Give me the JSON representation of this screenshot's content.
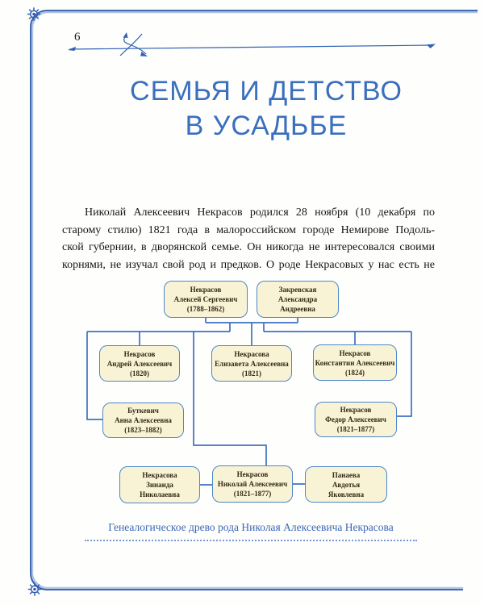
{
  "page_number": "6",
  "title": {
    "line1": "СЕМЬЯ И ДЕТСТВО",
    "line2": "В УСАДЬБЕ"
  },
  "paragraph": {
    "lines": [
      "Николай Алексеевич Некрасов родился 28 ноября (10 декабря по",
      "старому стилю) 1821 года в малороссийском городе Немирове Подоль-",
      "ской губернии, в дворянской семье. Он никогда не интересовался своими",
      "корнями, не изучал свой род и предков. О роде Некрасовых у нас есть не"
    ]
  },
  "tree": {
    "nodes": [
      {
        "id": "nekrasov-aleksey-sergeevich",
        "lines": [
          "Некрасов",
          "Алексей Сергеевич",
          "(1788–1862)"
        ]
      },
      {
        "id": "zakrevskaya-aleksandra",
        "lines": [
          "Закревская",
          "Александра",
          "Андреевна"
        ]
      },
      {
        "id": "nekrasov-andrey",
        "lines": [
          "Некрасов",
          "Андрей Алексеевич",
          "(1820)"
        ]
      },
      {
        "id": "nekrasova-elizaveta",
        "lines": [
          "Некрасова",
          "Елизавета Алексеевна",
          "(1821)"
        ]
      },
      {
        "id": "nekrasov-konstantin",
        "lines": [
          "Некрасов",
          "Константин Алексеевич",
          "(1824)"
        ]
      },
      {
        "id": "butkevich-anna",
        "lines": [
          "Буткевич",
          "Анна Алексеевна",
          "(1823–1882)"
        ]
      },
      {
        "id": "nekrasov-fedor",
        "lines": [
          "Некрасов",
          "Федор Алексеевич",
          "(1821–1877)"
        ]
      },
      {
        "id": "nekrasova-zinaida",
        "lines": [
          "Некрасова",
          "Зинаида",
          "Николаевна"
        ]
      },
      {
        "id": "nekrasov-nikolay",
        "lines": [
          "Некрасов",
          "Николай Алексеевич",
          "(1821–1877)"
        ]
      },
      {
        "id": "panaeva-avdotya",
        "lines": [
          "Панаева",
          "Авдотья",
          "Яковлевна"
        ]
      }
    ]
  },
  "caption": "Генеалогическое древо рода Николая Алексеевича Некрасова",
  "icons": {
    "corner_ornament": "snowflake-rosette-icon"
  },
  "colors": {
    "frame_blue_dark": "#2f5ba8",
    "frame_blue_light": "#aec3e6",
    "title_blue": "#3a6fbe",
    "caption_blue": "#3a66b5",
    "node_fill": "#f9f3d6",
    "node_border": "#4c86c8",
    "node_text": "#332713",
    "connector_blue": "#3f70c2",
    "body_text": "#141414"
  }
}
